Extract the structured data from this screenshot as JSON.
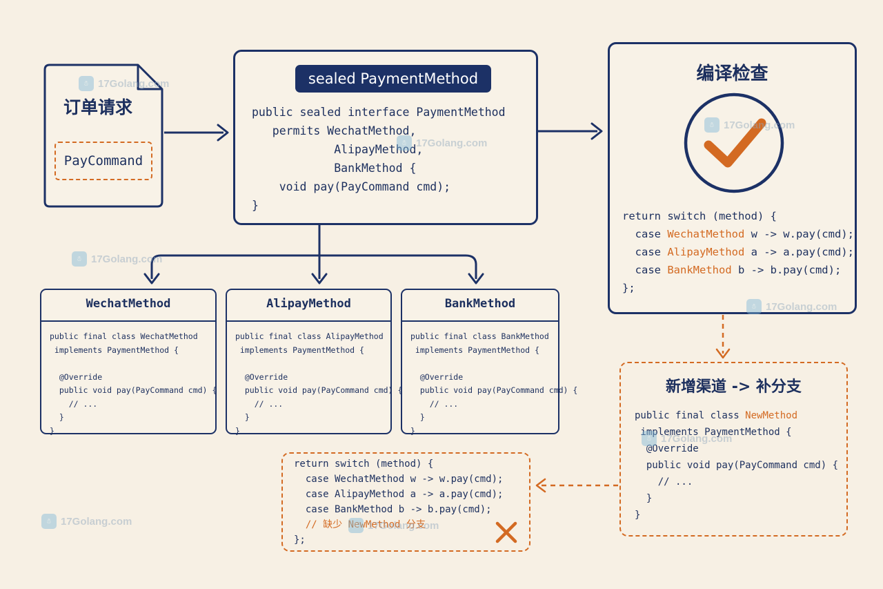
{
  "order": {
    "title": "订单请求",
    "command": "PayCommand"
  },
  "sealed": {
    "header": "sealed PaymentMethod",
    "code": "public sealed interface PaymentMethod\n   permits WechatMethod,\n            AlipayMethod,\n            BankMethod {\n    void pay(PayCommand cmd);\n}"
  },
  "check": {
    "title": "编译检查",
    "code_lines": [
      [
        {
          "t": "return switch (method) {",
          "o": false
        }
      ],
      [
        {
          "t": "  case ",
          "o": false
        },
        {
          "t": "WechatMethod",
          "o": true
        },
        {
          "t": " w -> w.pay(cmd);",
          "o": false
        }
      ],
      [
        {
          "t": "  case ",
          "o": false
        },
        {
          "t": "AlipayMethod",
          "o": true
        },
        {
          "t": " a -> a.pay(cmd);",
          "o": false
        }
      ],
      [
        {
          "t": "  case ",
          "o": false
        },
        {
          "t": "BankMethod",
          "o": true
        },
        {
          "t": " b -> b.pay(cmd);",
          "o": false
        }
      ],
      [
        {
          "t": "};",
          "o": false
        }
      ]
    ]
  },
  "impls": [
    {
      "name": "WechatMethod",
      "code": "public final class WechatMethod\n implements PaymentMethod {\n\n  @Override\n  public void pay(PayCommand cmd) {\n    // ...\n  }\n}"
    },
    {
      "name": "AlipayMethod",
      "code": "public final class AlipayMethod\n implements PaymentMethod {\n\n  @Override\n  public void pay(PayCommand cmd) {\n    // ...\n  }\n}"
    },
    {
      "name": "BankMethod",
      "code": "public final class BankMethod\n implements PaymentMethod {\n\n  @Override\n  public void pay(PayCommand cmd) {\n    // ...\n  }\n}"
    }
  ],
  "new_channel": {
    "title": "新增渠道 -> 补分支",
    "code_lines": [
      [
        {
          "t": "public final class ",
          "o": false
        },
        {
          "t": "NewMethod",
          "o": true
        }
      ],
      [
        {
          "t": " implements PaymentMethod {",
          "o": false
        }
      ],
      [
        {
          "t": "  @Override",
          "o": false
        }
      ],
      [
        {
          "t": "  public void pay(PayCommand cmd) {",
          "o": false
        }
      ],
      [
        {
          "t": "    // ...",
          "o": false
        }
      ],
      [
        {
          "t": "  }",
          "o": false
        }
      ],
      [
        {
          "t": "}",
          "o": false
        }
      ]
    ]
  },
  "missing": {
    "code_lines": [
      [
        {
          "t": "return switch (method) {",
          "o": false
        }
      ],
      [
        {
          "t": "  case WechatMethod w -> w.pay(cmd);",
          "o": false
        }
      ],
      [
        {
          "t": "  case AlipayMethod a -> a.pay(cmd);",
          "o": false
        }
      ],
      [
        {
          "t": "  case BankMethod b -> b.pay(cmd);",
          "o": false
        }
      ],
      [
        {
          "t": "  // 缺少 NewMethod 分支",
          "o": true
        }
      ],
      [
        {
          "t": "};",
          "o": false
        }
      ]
    ]
  },
  "watermark": {
    "text": "17Golang.com",
    "logo": "☃"
  },
  "icons": {
    "check": "check-icon",
    "cross": "cross-icon",
    "document": "document-icon"
  },
  "colors": {
    "navy": "#1c3166",
    "orange": "#d36a22",
    "background": "#f7f0e4"
  }
}
